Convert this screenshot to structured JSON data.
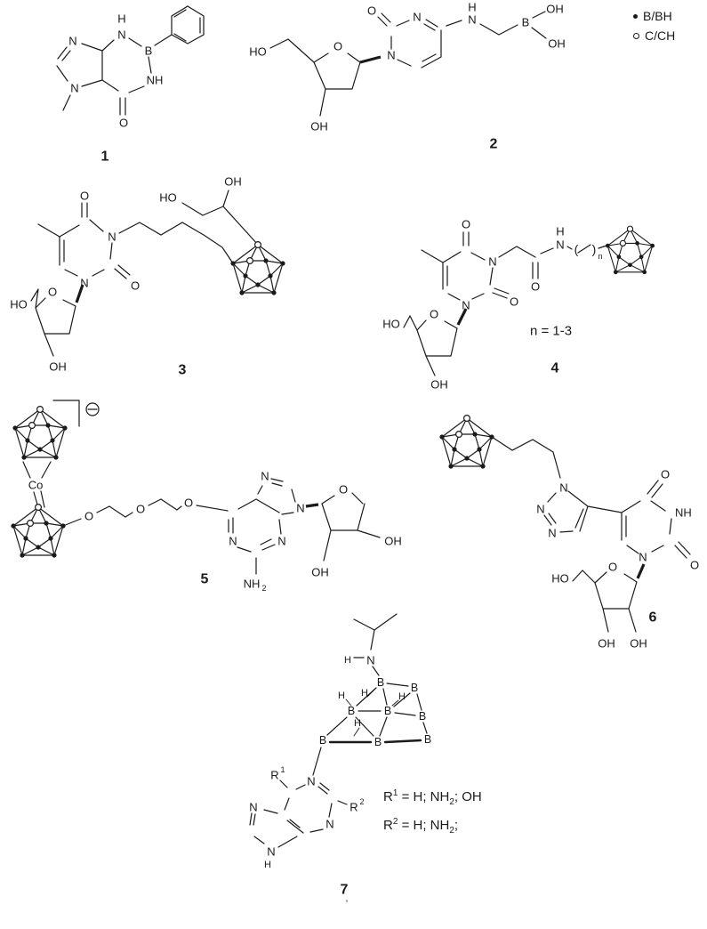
{
  "figure": {
    "background": "#ffffff",
    "ink": "#1a1a1a"
  },
  "legend": {
    "b_item": "B/BH",
    "c_item": "C/CH"
  },
  "atoms": {
    "n": "N",
    "o": "O",
    "b": "B",
    "h": "H",
    "oh": "OH",
    "ho": "HO",
    "nh": "NH",
    "co": "Co",
    "sub2": "2"
  },
  "c1": {
    "num": "1"
  },
  "c2": {
    "num": "2"
  },
  "c3": {
    "num": "3"
  },
  "c4": {
    "num": "4",
    "paren_open": "(",
    "paren_close": ")",
    "n_sub": "n",
    "n_range": "n = 1-3"
  },
  "c5": {
    "num": "5"
  },
  "c6": {
    "num": "6"
  },
  "c7": {
    "num": "7",
    "mark": "’",
    "r": "R",
    "sup1": "1",
    "sup2": "2",
    "r1_def": {
      "base": "R",
      "sup": "1",
      "mid": " = H; NH",
      "sub": "2",
      "tail": "; OH"
    },
    "r2_def": {
      "base": "R",
      "sup": "2",
      "mid": " = H; NH",
      "sub": "2",
      "tail": ";"
    }
  }
}
